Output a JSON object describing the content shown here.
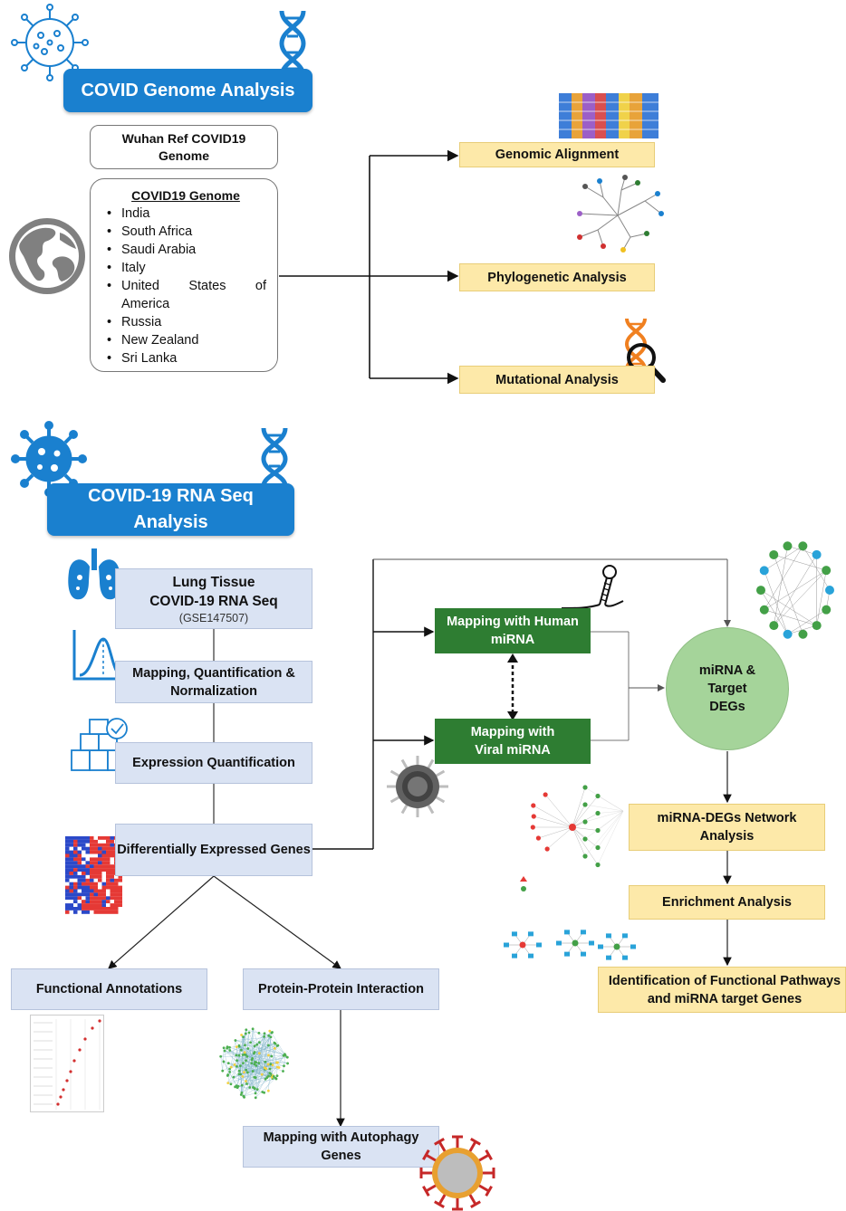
{
  "section1": {
    "banner": "COVID Genome Analysis",
    "ref_box": "Wuhan Ref COVID19 Genome",
    "countries_title": "COVID19 Genome",
    "countries": [
      "India",
      "South Africa",
      "Saudi Arabia",
      "Italy",
      "United States of America",
      "Russia",
      "New Zealand",
      "Sri Lanka"
    ],
    "steps": [
      "Genomic Alignment",
      "Phylogenetic Analysis",
      "Mutational Analysis"
    ]
  },
  "section2": {
    "banner_line1": "COVID-19 RNA Seq",
    "banner_line2": "Analysis",
    "lung_title_1": "Lung Tissue",
    "lung_title_2": "COVID-19 RNA Seq",
    "lung_sub": "(GSE147507)",
    "mapping_quant": "Mapping, Quantification & Normalization",
    "expression": "Expression Quantification",
    "deg": "Differentially Expressed Genes",
    "functional": "Functional Annotations",
    "ppi": "Protein-Protein Interaction",
    "autophagy": "Mapping with Autophagy Genes",
    "human_mirna": "Mapping with Human miRNA",
    "viral_mirna": "Mapping with Viral miRNA",
    "mirna_target": "miRNA & Target DEGs",
    "network": "miRNA-DEGs Network Analysis",
    "enrichment": "Enrichment Analysis",
    "pathways": "Identification of Functional Pathways and miRNA target Genes"
  },
  "colors": {
    "banner_blue": "#1a80cf",
    "step_yellow": "#fde9a9",
    "box_blue": "#dae3f3",
    "mirna_green": "#2e7d32",
    "circle_green": "#a5d49a"
  },
  "icons": [
    "virus-icon",
    "dna-icon",
    "globe-icon",
    "magnifier-icon",
    "lungs-icon",
    "peak-chart-icon",
    "boxes-check-icon",
    "heatmap-icon",
    "rna-hairpin-icon",
    "virion-icon",
    "network-icon",
    "dotplot-icon",
    "ppi-cloud-icon"
  ]
}
